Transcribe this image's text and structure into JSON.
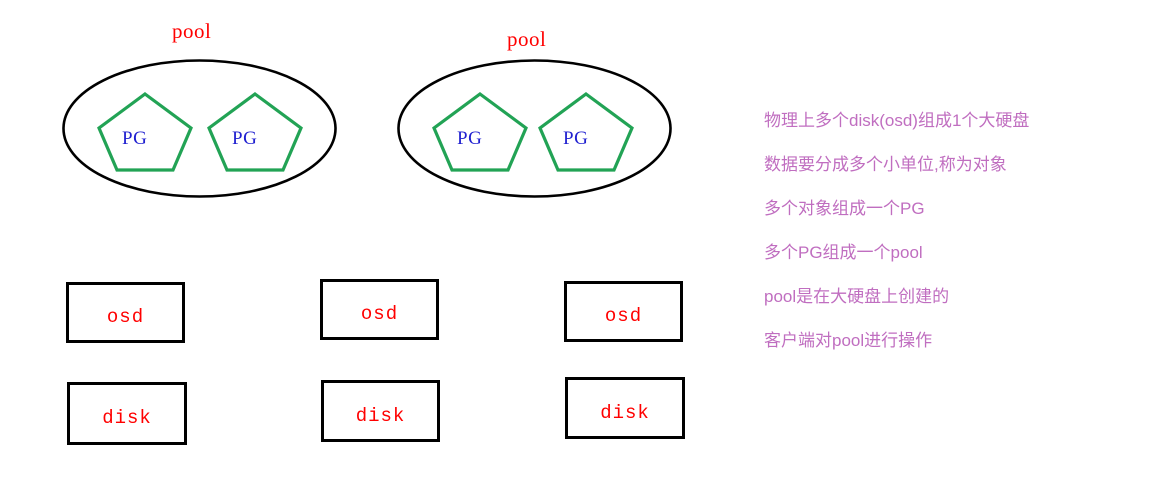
{
  "diagram": {
    "title": "Ceph pool / PG / osd / disk structure",
    "colors": {
      "pool_label": "#ff0000",
      "ellipse_stroke": "#000000",
      "pentagon_stroke": "#22a355",
      "pg_label": "#2020d0",
      "box_stroke": "#000000",
      "box_label": "#ff0000",
      "annotation_text": "#c06ec0",
      "background": "#ffffff"
    },
    "pools": [
      {
        "label": "pool",
        "pgs": [
          {
            "label": "PG"
          },
          {
            "label": "PG"
          }
        ]
      },
      {
        "label": "pool",
        "pgs": [
          {
            "label": "PG"
          },
          {
            "label": "PG"
          }
        ]
      }
    ],
    "node_columns": [
      {
        "osd": "osd",
        "disk": "disk"
      },
      {
        "osd": "osd",
        "disk": "disk"
      },
      {
        "osd": "osd",
        "disk": "disk"
      }
    ],
    "annotations": [
      "物理上多个disk(osd)组成1个大硬盘",
      "数据要分成多个小单位,称为对象",
      "多个对象组成一个PG",
      "多个PG组成一个pool",
      "pool是在大硬盘上创建的",
      "客户端对pool进行操作"
    ]
  }
}
